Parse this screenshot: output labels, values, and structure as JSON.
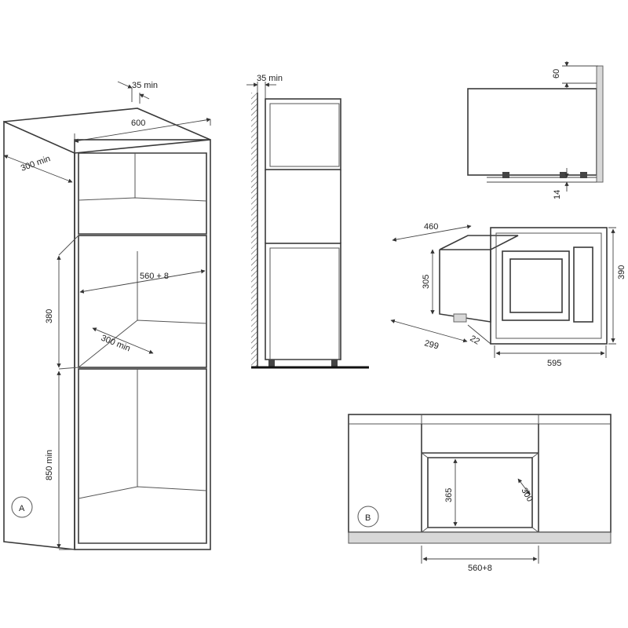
{
  "view_a": {
    "marker": "A",
    "gap_top": "35 min",
    "width": "600",
    "depth": "300 min",
    "niche_width": "560 + 8",
    "niche_height": "380",
    "niche_depth": "300 min",
    "base_height": "850 min"
  },
  "side_view": {
    "gap_wall": "35 min"
  },
  "appliance_side": {
    "top": "60",
    "bottom": "14"
  },
  "appliance_iso": {
    "depth": "460",
    "height": "305",
    "body_depth": "299",
    "offset": "22",
    "frame_width": "595",
    "frame_height": "390"
  },
  "view_b": {
    "marker": "B",
    "opening_height": "365",
    "opening_depth": "300",
    "opening_width": "560+8"
  }
}
